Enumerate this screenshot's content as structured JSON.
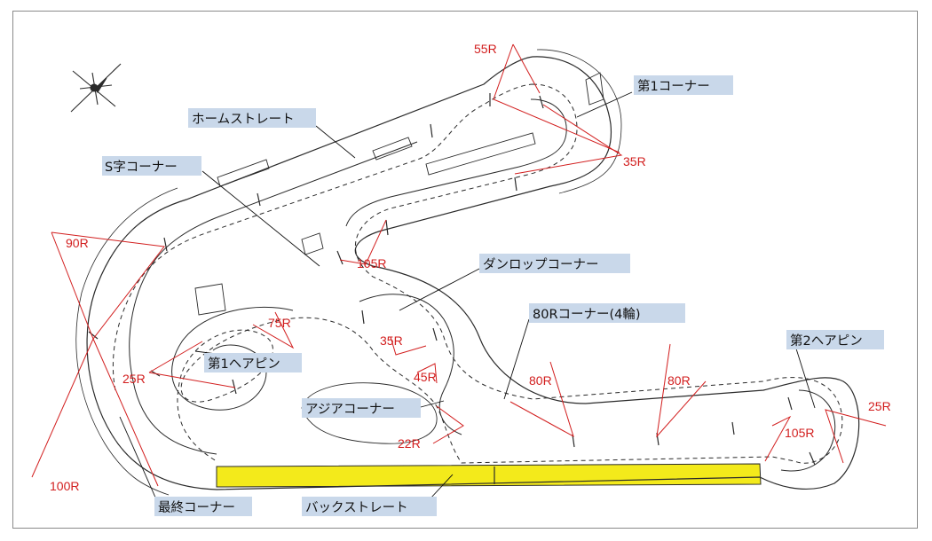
{
  "colors": {
    "track_line": "#2a2a2a",
    "guide_red": "#d21e1e",
    "highlight": "#f3ea1b",
    "label_bg": "#c9d8ea"
  },
  "callouts": {
    "home_straight": "ホームストレート",
    "s_corner": "S字コーナー",
    "first_corner": "第1コーナー",
    "dunlop_corner": "ダンロップコーナー",
    "r80_corner": "80Rコーナー(4輪)",
    "first_hairpin": "第1ヘアピン",
    "second_hairpin": "第2ヘアピン",
    "asia_corner": "アジアコーナー",
    "final_corner": "最終コーナー",
    "back_straight": "バックストレート"
  },
  "radii": {
    "r55": "55R",
    "r35_first": "35R",
    "r90": "90R",
    "r105_s": "105R",
    "r75": "75R",
    "r35_dunlop": "35R",
    "r45": "45R",
    "r25_hairpin": "25R",
    "r80_a": "80R",
    "r80_b": "80R",
    "r22": "22R",
    "r100": "100R",
    "r105_second": "105R",
    "r25_second": "25R"
  },
  "icons": {
    "compass": "compass-rose-icon"
  }
}
